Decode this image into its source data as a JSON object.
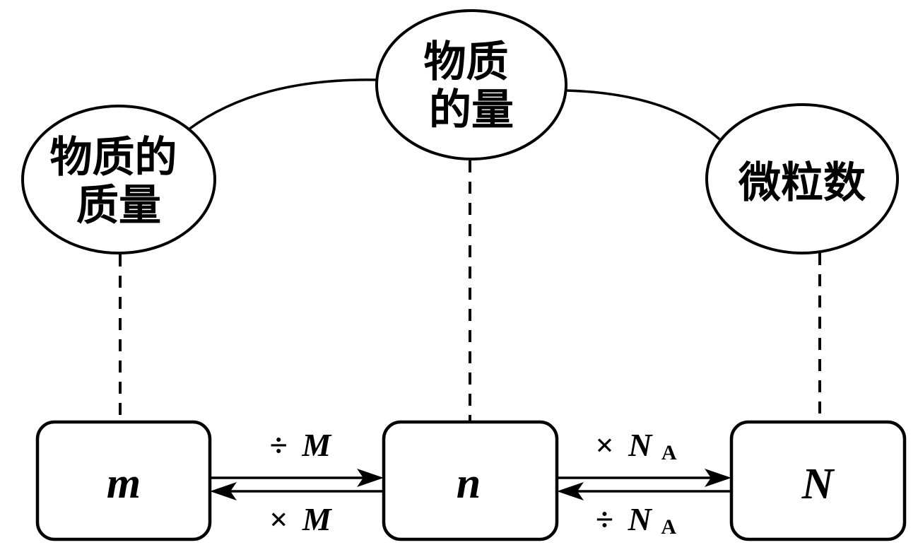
{
  "diagram": {
    "nodes": {
      "mass": {
        "label_line1": "物质的",
        "label_line2": "质量",
        "symbol": "m"
      },
      "amount": {
        "label_line1": "物质",
        "label_line2": "的量",
        "symbol": "n"
      },
      "particles": {
        "label": "微粒数",
        "symbol": "N"
      }
    },
    "conversions": {
      "mass_to_amount": {
        "op": "÷",
        "var": "M"
      },
      "amount_to_mass": {
        "op": "×",
        "var": "M"
      },
      "amount_to_particles": {
        "op": "×",
        "var": "N",
        "sub": "A"
      },
      "particles_to_amount": {
        "op": "÷",
        "var": "N",
        "sub": "A"
      }
    },
    "colors": {
      "line": "#000000",
      "background": "#ffffff"
    }
  }
}
